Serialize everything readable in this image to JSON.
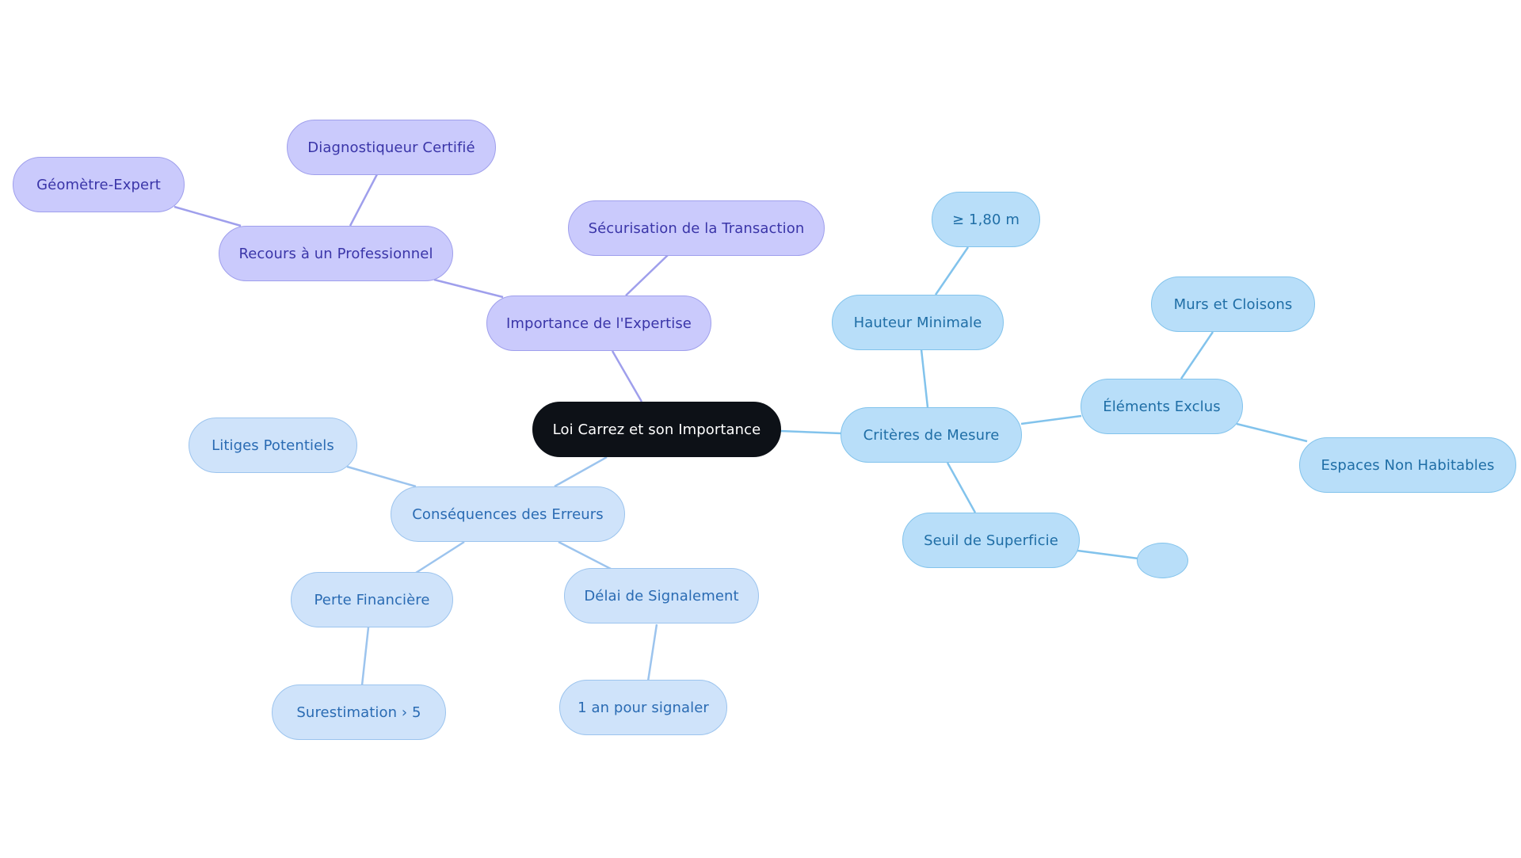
{
  "colors": {
    "root": "#0d1117",
    "purple_branch": "#9f9fec",
    "blue_branch": "#82c3ec",
    "lightblue_branch": "#9cc4ee"
  },
  "mindmap": {
    "root": "Loi Carrez et son Importance",
    "expertise": {
      "label": "Importance de l'Expertise",
      "securisation": "Sécurisation de la Transaction",
      "recours": {
        "label": "Recours à un Professionnel",
        "diagnostiqueur": "Diagnostiqueur Certifié",
        "geometre": "Géomètre-Expert"
      }
    },
    "criteres": {
      "label": "Critères de Mesure",
      "hauteur": {
        "label": "Hauteur Minimale",
        "valeur": "≥ 1,80 m"
      },
      "elements": {
        "label": "Éléments Exclus",
        "murs": "Murs et Cloisons",
        "espaces": "Espaces Non Habitables"
      },
      "seuil": {
        "label": "Seuil de Superficie",
        "valeur": ""
      }
    },
    "consequences": {
      "label": "Conséquences des Erreurs",
      "litiges": "Litiges Potentiels",
      "perte": {
        "label": "Perte Financière",
        "surestimation": "Surestimation › 5"
      },
      "delai": {
        "label": "Délai de Signalement",
        "valeur": "1 an pour signaler"
      }
    }
  }
}
